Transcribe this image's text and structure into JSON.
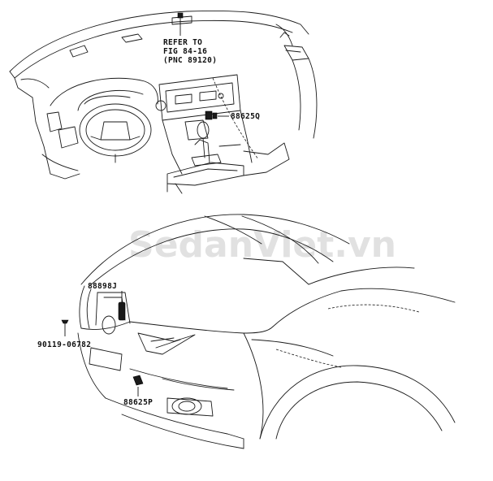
{
  "watermark": "SedanViet.vn",
  "colors": {
    "line": "#1a1a1a",
    "watermark": "#c8c8c8",
    "background": "#ffffff"
  },
  "dashboard_view": {
    "refer_note": [
      "REFER TO",
      "FIG 84-16",
      "(PNC 89120)"
    ],
    "parts": [
      {
        "label": "88625Q"
      }
    ]
  },
  "front_view": {
    "parts": [
      {
        "label": "88898J"
      },
      {
        "label": "90119-06782"
      },
      {
        "label": "88625P"
      }
    ]
  }
}
